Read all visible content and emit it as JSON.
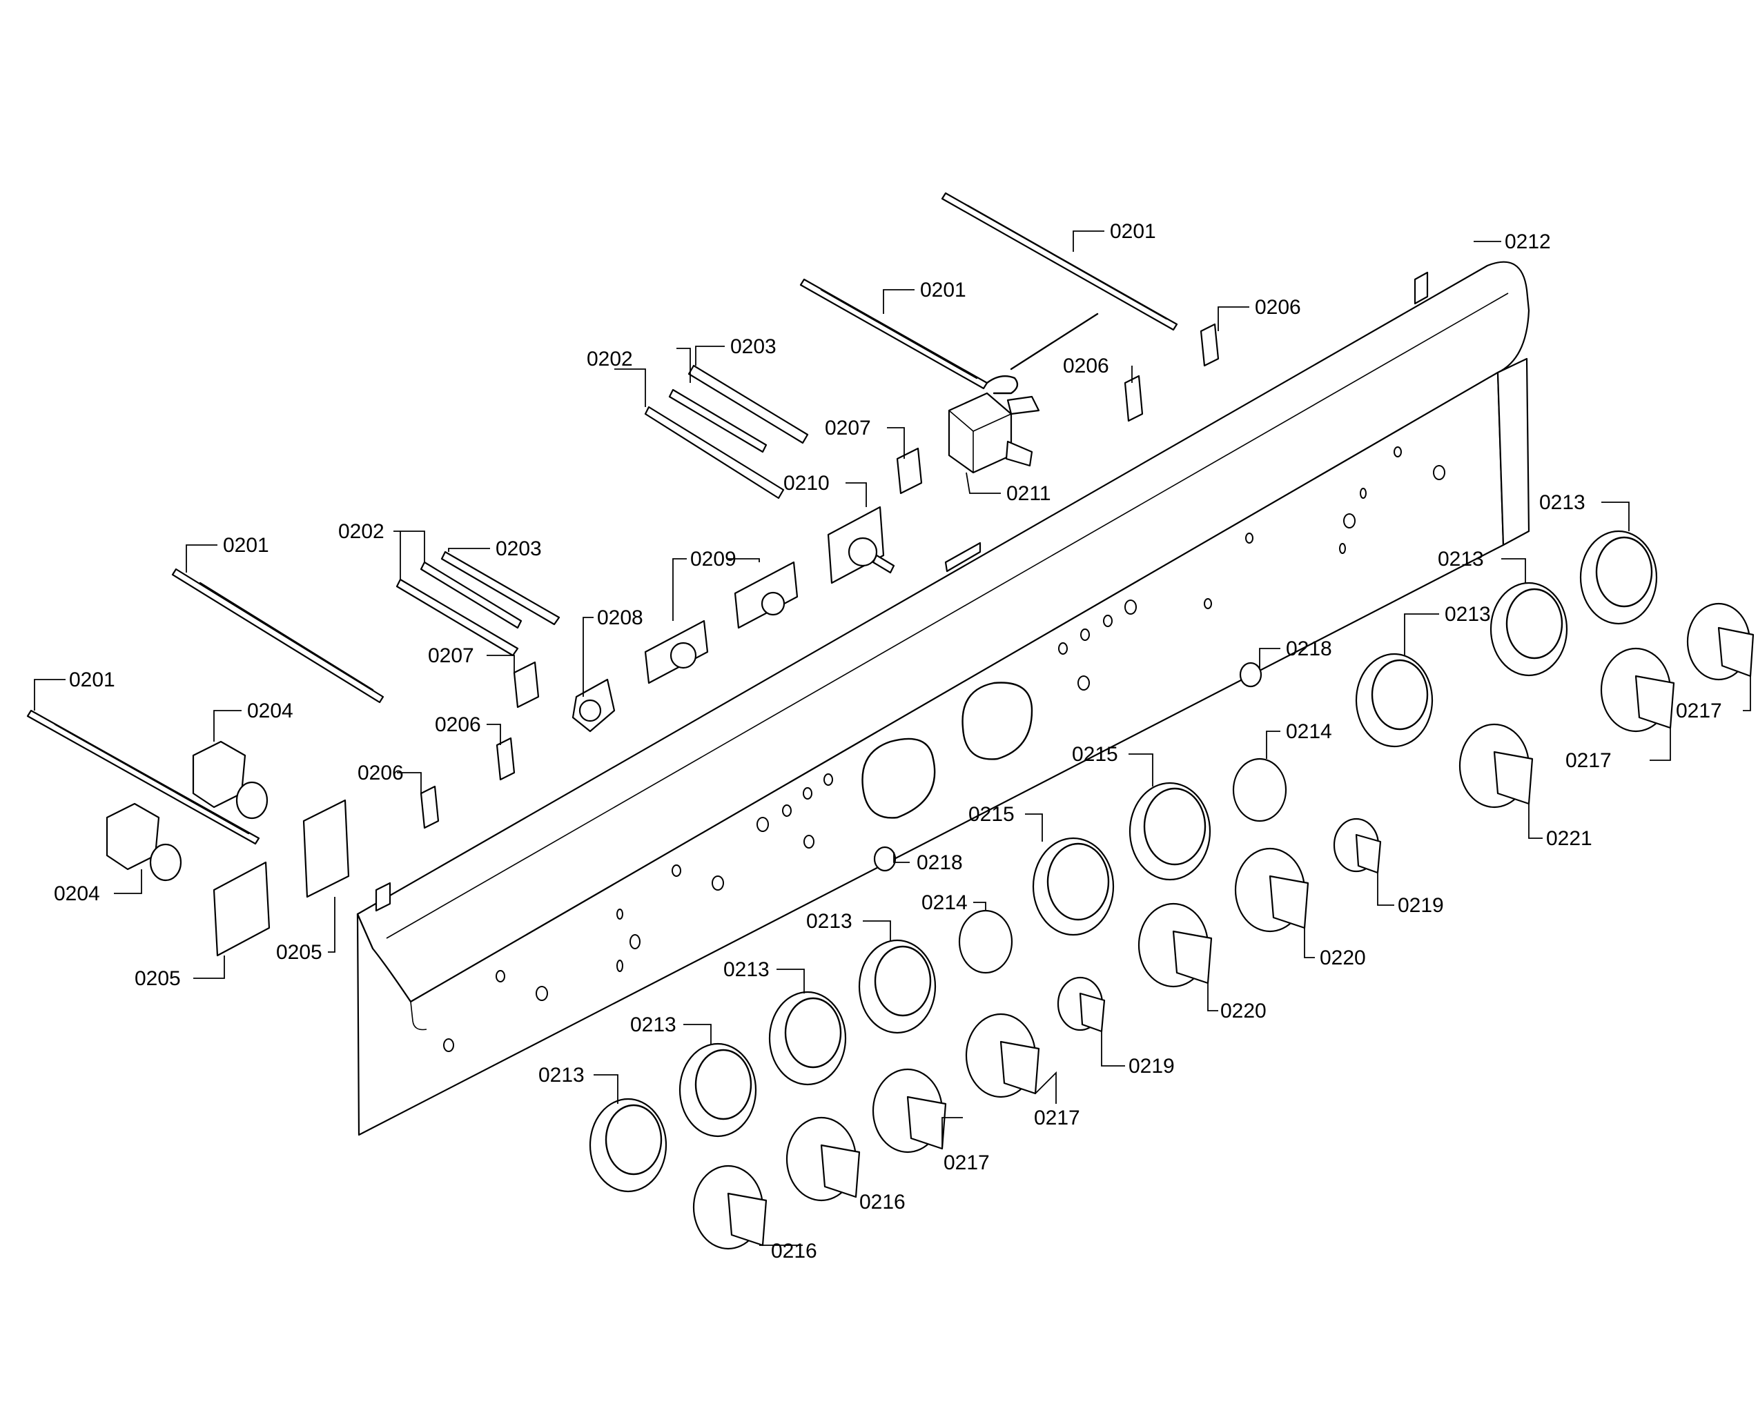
{
  "labels": {
    "l0201": "0201",
    "l0202": "0202",
    "l0203": "0203",
    "l0204": "0204",
    "l0205": "0205",
    "l0206": "0206",
    "l0207": "0207",
    "l0208": "0208",
    "l0209": "0209",
    "l0210": "0210",
    "l0211": "0211",
    "l0212": "0212",
    "l0213": "0213",
    "l0214": "0214",
    "l0215": "0215",
    "l0216": "0216",
    "l0217": "0217",
    "l0218": "0218",
    "l0219": "0219",
    "l0220": "0220",
    "l0221": "0221"
  }
}
